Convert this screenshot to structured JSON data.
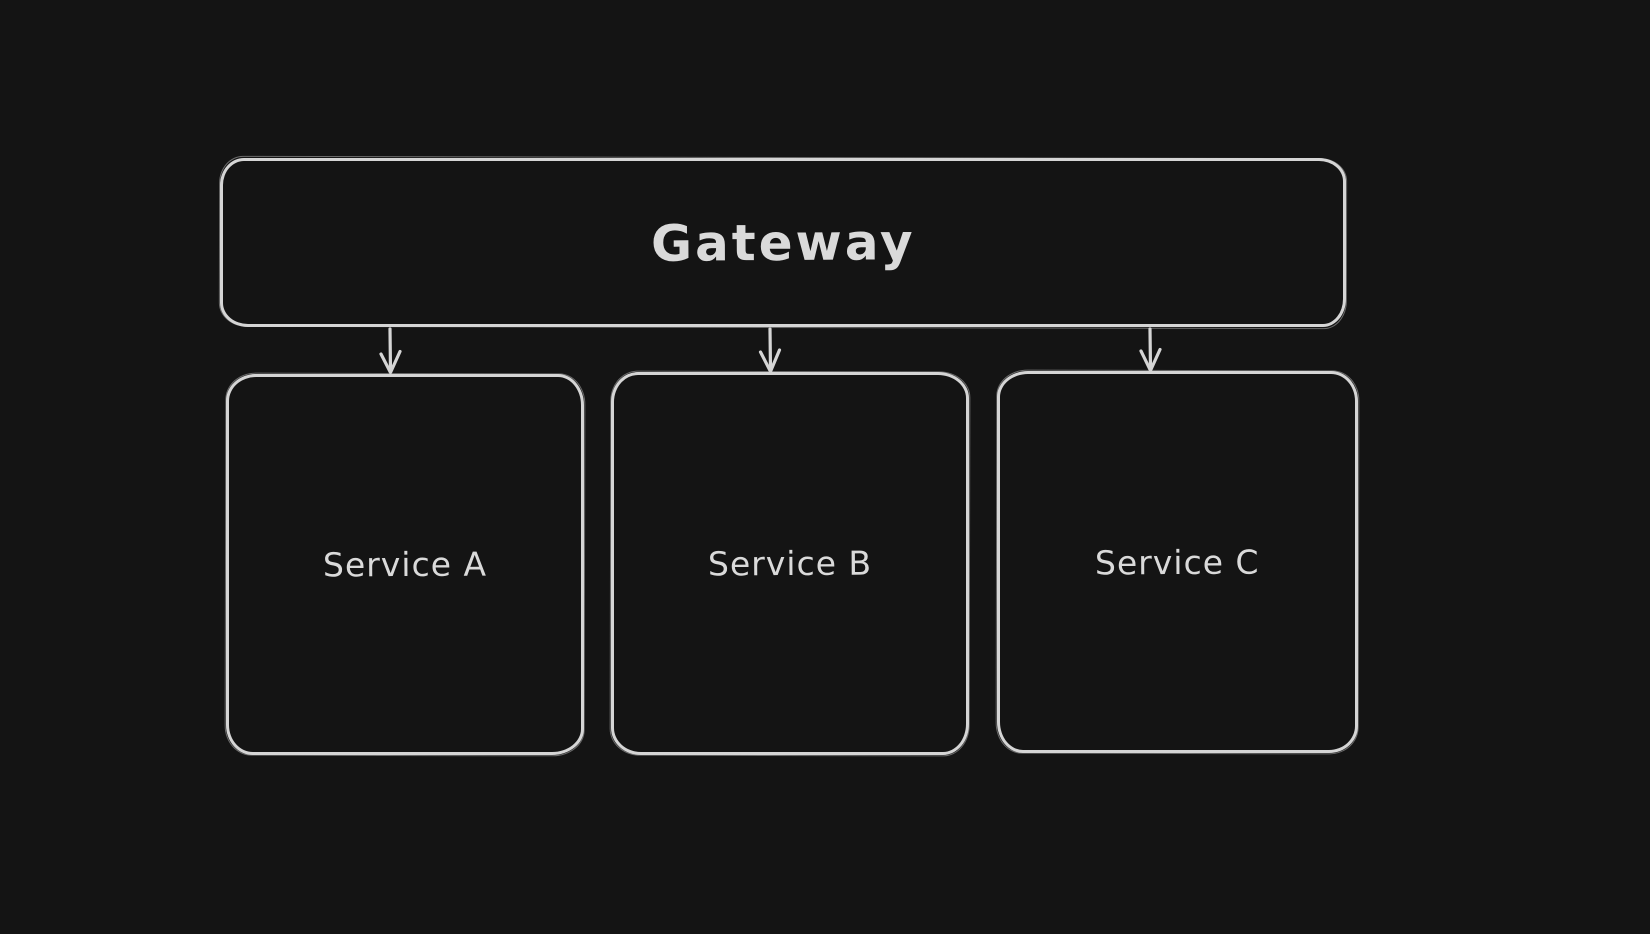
{
  "diagram": {
    "type": "flow-diagram",
    "style": "excalidraw-dark-sketch",
    "nodes": [
      {
        "id": "gateway",
        "label": "Gateway",
        "shape": "rounded-rectangle"
      },
      {
        "id": "service-a",
        "label": "Service A",
        "shape": "rounded-rectangle"
      },
      {
        "id": "service-b",
        "label": "Service B",
        "shape": "rounded-rectangle"
      },
      {
        "id": "service-c",
        "label": "Service C",
        "shape": "rounded-rectangle"
      }
    ],
    "edges": [
      {
        "from": "gateway",
        "to": "service-a",
        "style": "arrow-down"
      },
      {
        "from": "gateway",
        "to": "service-b",
        "style": "arrow-down"
      },
      {
        "from": "gateway",
        "to": "service-c",
        "style": "arrow-down"
      }
    ],
    "colors": {
      "background": "#141414",
      "stroke": "#d5d5d5",
      "text": "#dadada"
    }
  }
}
